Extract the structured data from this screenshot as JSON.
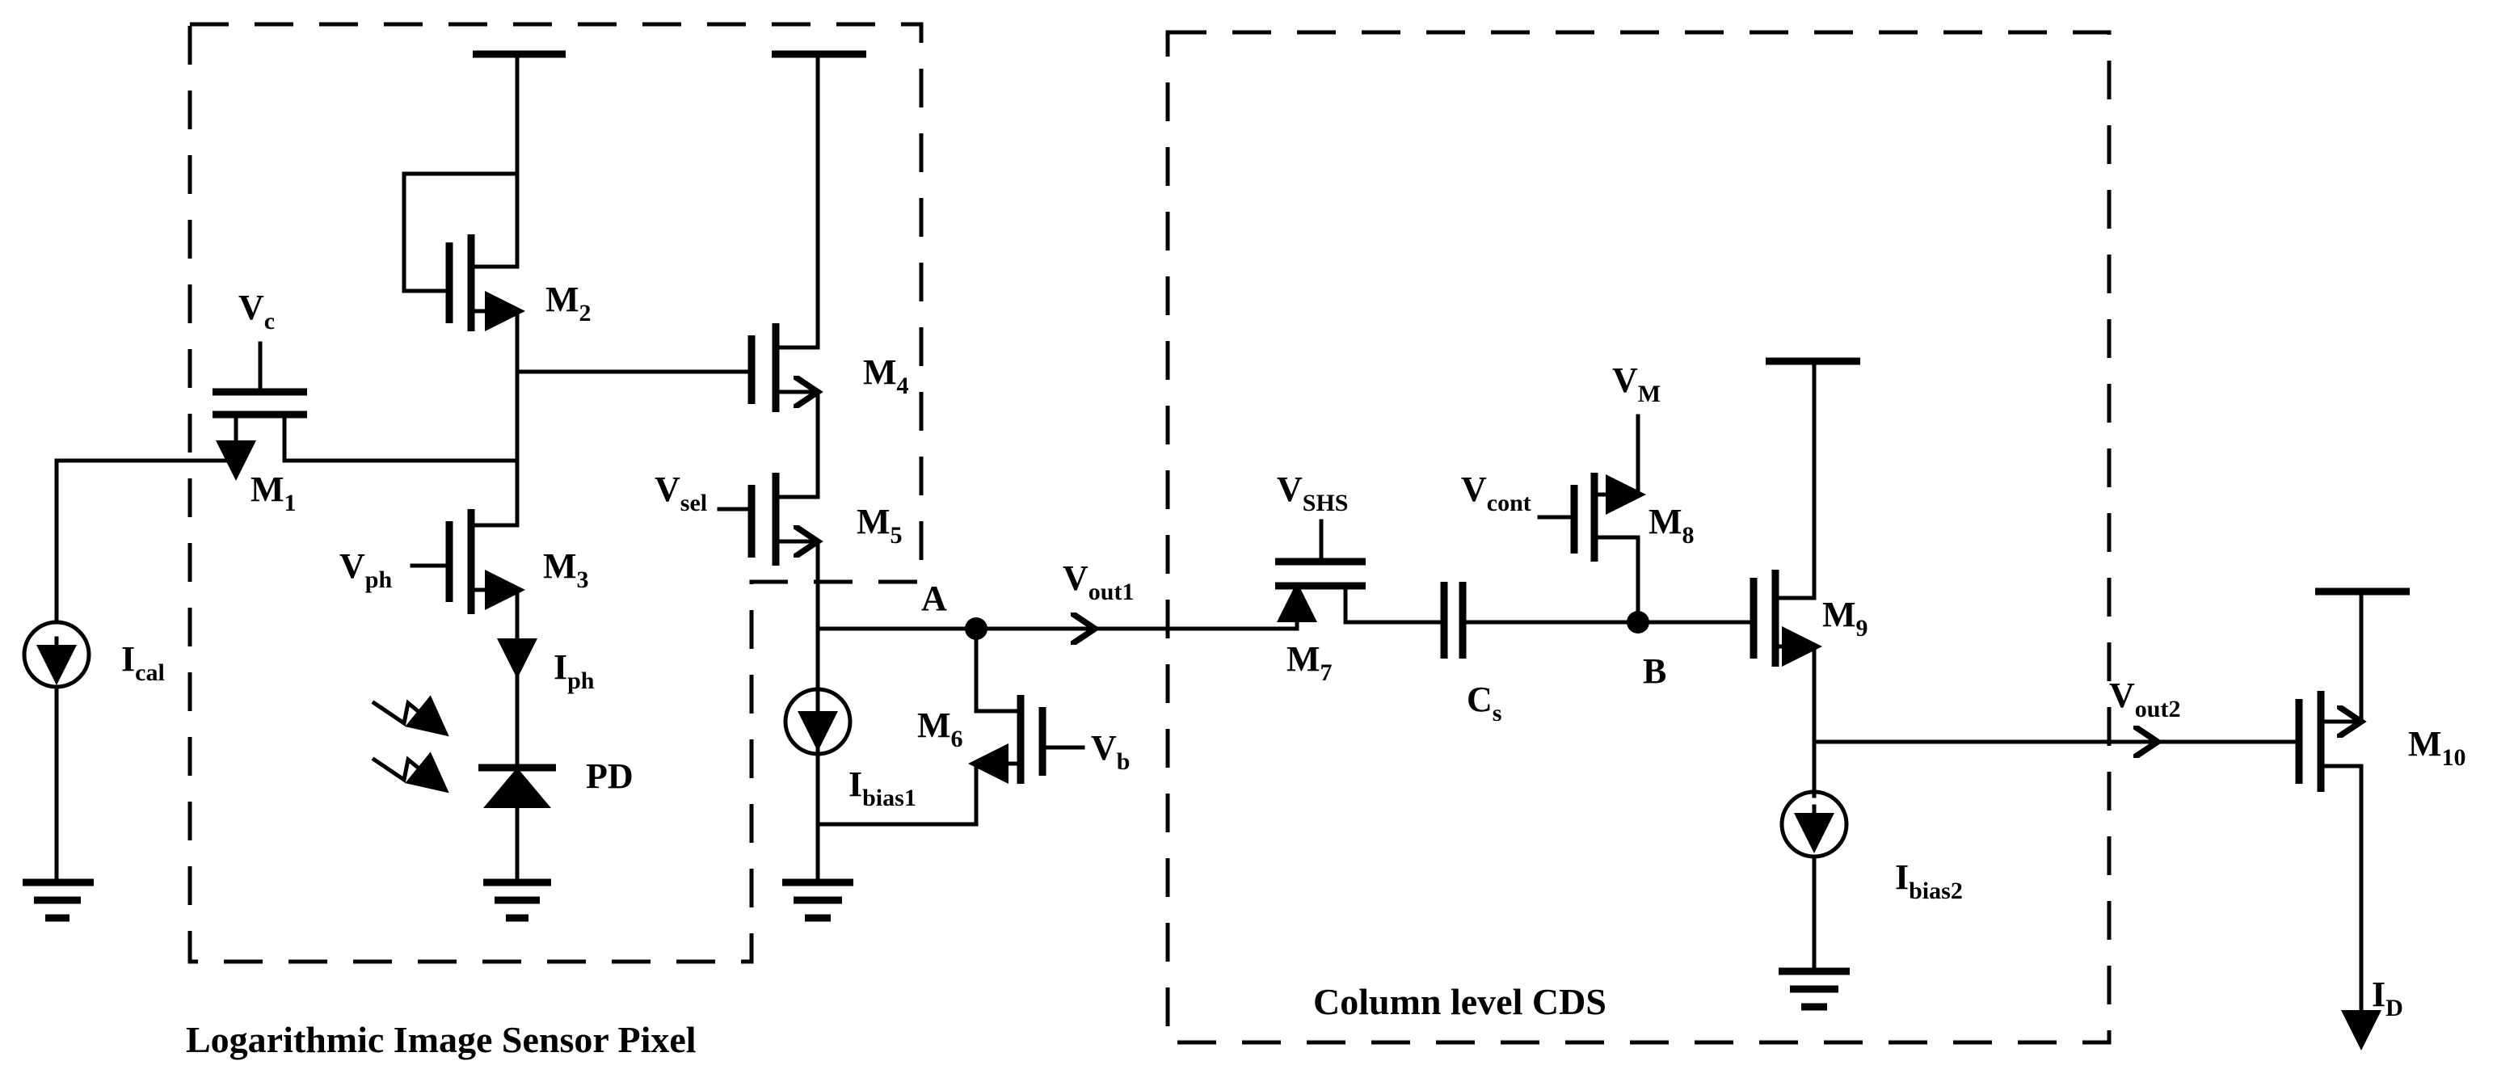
{
  "captions": {
    "pixel": "Logarithmic Image Sensor Pixel",
    "cds": "Column level CDS"
  },
  "transistors": {
    "m1": {
      "name": "M",
      "sub": "1"
    },
    "m2": {
      "name": "M",
      "sub": "2"
    },
    "m3": {
      "name": "M",
      "sub": "3"
    },
    "m4": {
      "name": "M",
      "sub": "4"
    },
    "m5": {
      "name": "M",
      "sub": "5"
    },
    "m6": {
      "name": "M",
      "sub": "6"
    },
    "m7": {
      "name": "M",
      "sub": "7"
    },
    "m8": {
      "name": "M",
      "sub": "8"
    },
    "m9": {
      "name": "M",
      "sub": "9"
    },
    "m10": {
      "name": "M",
      "sub": "10"
    }
  },
  "signals": {
    "vc": {
      "name": "V",
      "sub": "c"
    },
    "vph": {
      "name": "V",
      "sub": "ph"
    },
    "vsel": {
      "name": "V",
      "sub": "sel"
    },
    "vb": {
      "name": "V",
      "sub": "b"
    },
    "vshs": {
      "name": "V",
      "sub": "SHS"
    },
    "vcont": {
      "name": "V",
      "sub": "cont"
    },
    "vm": {
      "name": "V",
      "sub": "M"
    },
    "vout1": {
      "name": "V",
      "sub": "out1"
    },
    "vout2": {
      "name": "V",
      "sub": "out2"
    },
    "ical": {
      "name": "I",
      "sub": "cal"
    },
    "iph": {
      "name": "I",
      "sub": "ph"
    },
    "ibias1": {
      "name": "I",
      "sub": "bias1"
    },
    "ibias2": {
      "name": "I",
      "sub": "bias2"
    },
    "id": {
      "name": "I",
      "sub": "D"
    }
  },
  "components": {
    "pd": "PD",
    "cs": {
      "name": "C",
      "sub": "s"
    }
  },
  "nodes": {
    "a": "A",
    "b": "B"
  }
}
